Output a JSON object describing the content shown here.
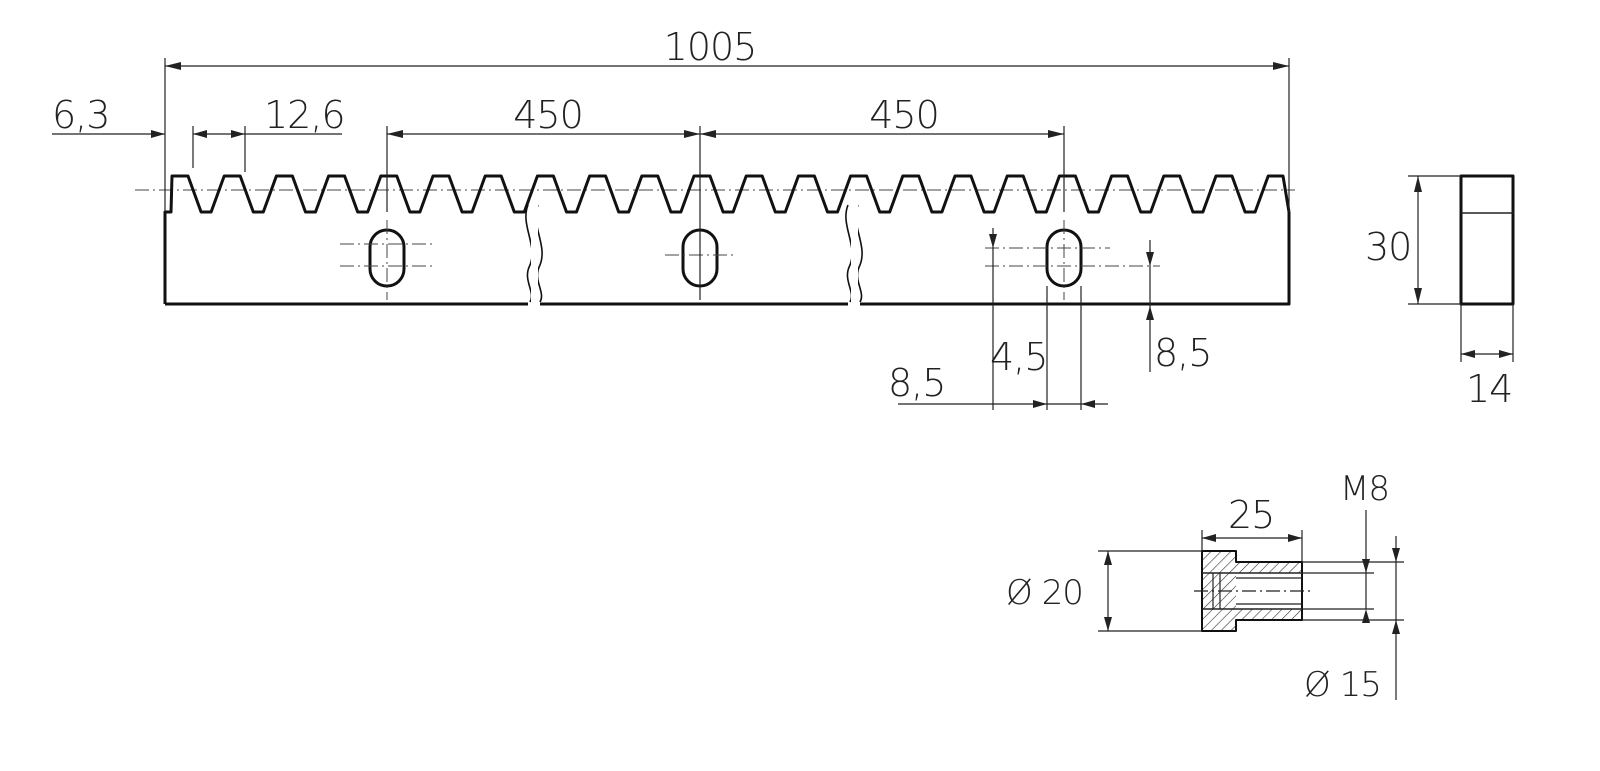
{
  "rack": {
    "overall_length": "1005",
    "end_offset": "6,3",
    "tooth_pitch": "12,6",
    "hole_spacing_1": "450",
    "hole_spacing_2": "450",
    "slot_length": "8,5",
    "slot_offset": "4,5",
    "slot_width": "8,5"
  },
  "side_view": {
    "height": "30",
    "thickness": "14"
  },
  "spacer": {
    "length": "25",
    "thread": "M8",
    "outer_diameter": "Ø 20",
    "inner_diameter": "Ø 15"
  },
  "colors": {
    "line": "#111111",
    "hatch": "#333333",
    "background": "#ffffff"
  }
}
